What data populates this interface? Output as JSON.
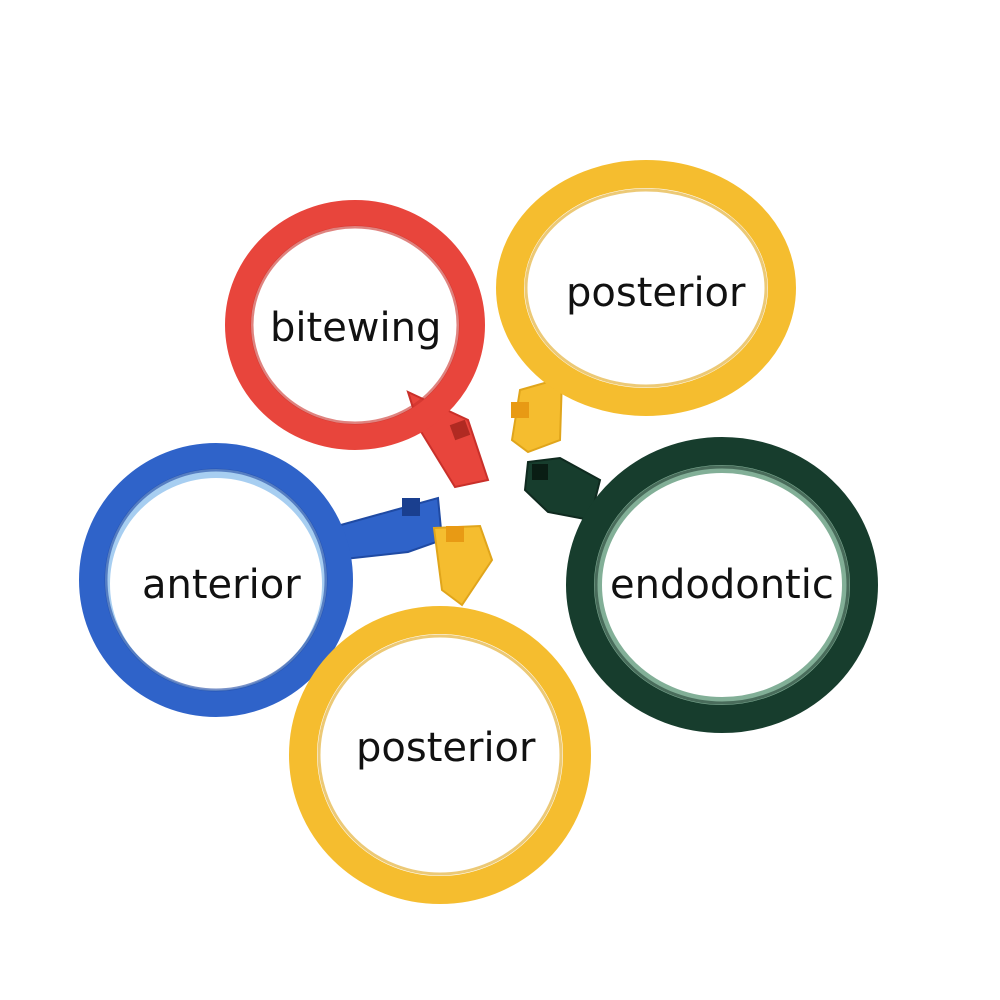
{
  "rings": [
    {
      "id": "bitewing",
      "label": "bitewing",
      "color": "#e8453c",
      "shade": "#c9302a",
      "inner_tint": "#f07a6e"
    },
    {
      "id": "posterior-top",
      "label": "posterior",
      "color": "#f5bd2f",
      "shade": "#e0a51b",
      "inner_tint": "#f9d36a"
    },
    {
      "id": "anterior",
      "label": "anterior",
      "color": "#2f63c9",
      "shade": "#1f4aa3",
      "inner_tint": "#5ea6e6"
    },
    {
      "id": "endodontic",
      "label": "endodontic",
      "color": "#173d2d",
      "shade": "#0f2a1f",
      "inner_tint": "#2f7a52"
    },
    {
      "id": "posterior-bottom",
      "label": "posterior",
      "color": "#f5bd2f",
      "shade": "#e0a51b",
      "inner_tint": "#f9d36a"
    }
  ]
}
